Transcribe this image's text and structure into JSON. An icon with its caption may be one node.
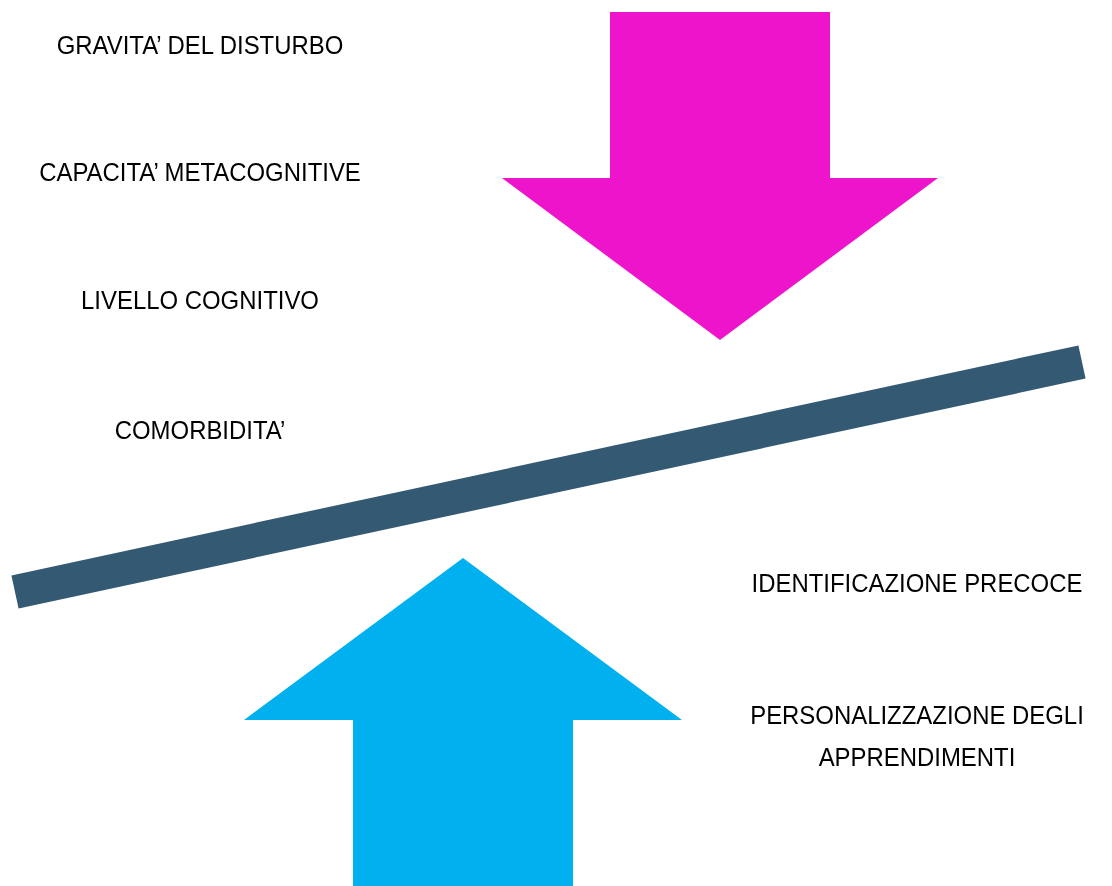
{
  "diagram": {
    "labels": [
      "GRAVITA’ DEL DISTURBO",
      "CAPACITA’ METACOGNITIVE",
      "LIVELLO COGNITIVO",
      "COMORBIDITA’",
      "IDENTIFICAZIONE PRECOCE",
      "PERSONALIZZAZIONE DEGLI APPRENDIMENTI"
    ]
  }
}
